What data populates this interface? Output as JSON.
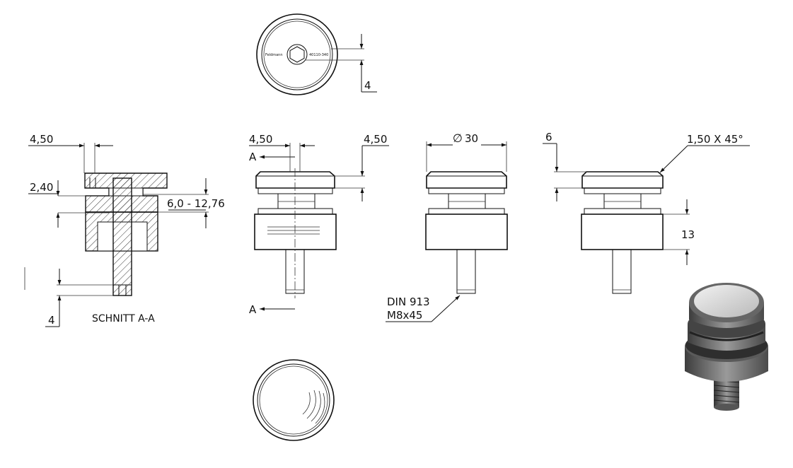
{
  "top_view": {
    "logo_text": "Feldmann",
    "part_number": "40110-340",
    "dim_4": "4"
  },
  "section_view": {
    "dim_450": "4,50",
    "dim_240": "2,40",
    "dim_range": "6,0 - 12,76",
    "dim_4": "4",
    "caption": "SCHNITT A-A"
  },
  "front_view": {
    "dim_450_left": "4,50",
    "dim_450_right": "4,50",
    "section_mark_top": "A",
    "section_mark_bottom": "A"
  },
  "side_view": {
    "diameter_symbol": "∅",
    "diameter_value": "30",
    "screw_line1": "DIN 913",
    "screw_line2": "M8x45"
  },
  "right_view": {
    "dim_6": "6",
    "chamfer": "1,50 X 45°",
    "dim_13": "13"
  }
}
